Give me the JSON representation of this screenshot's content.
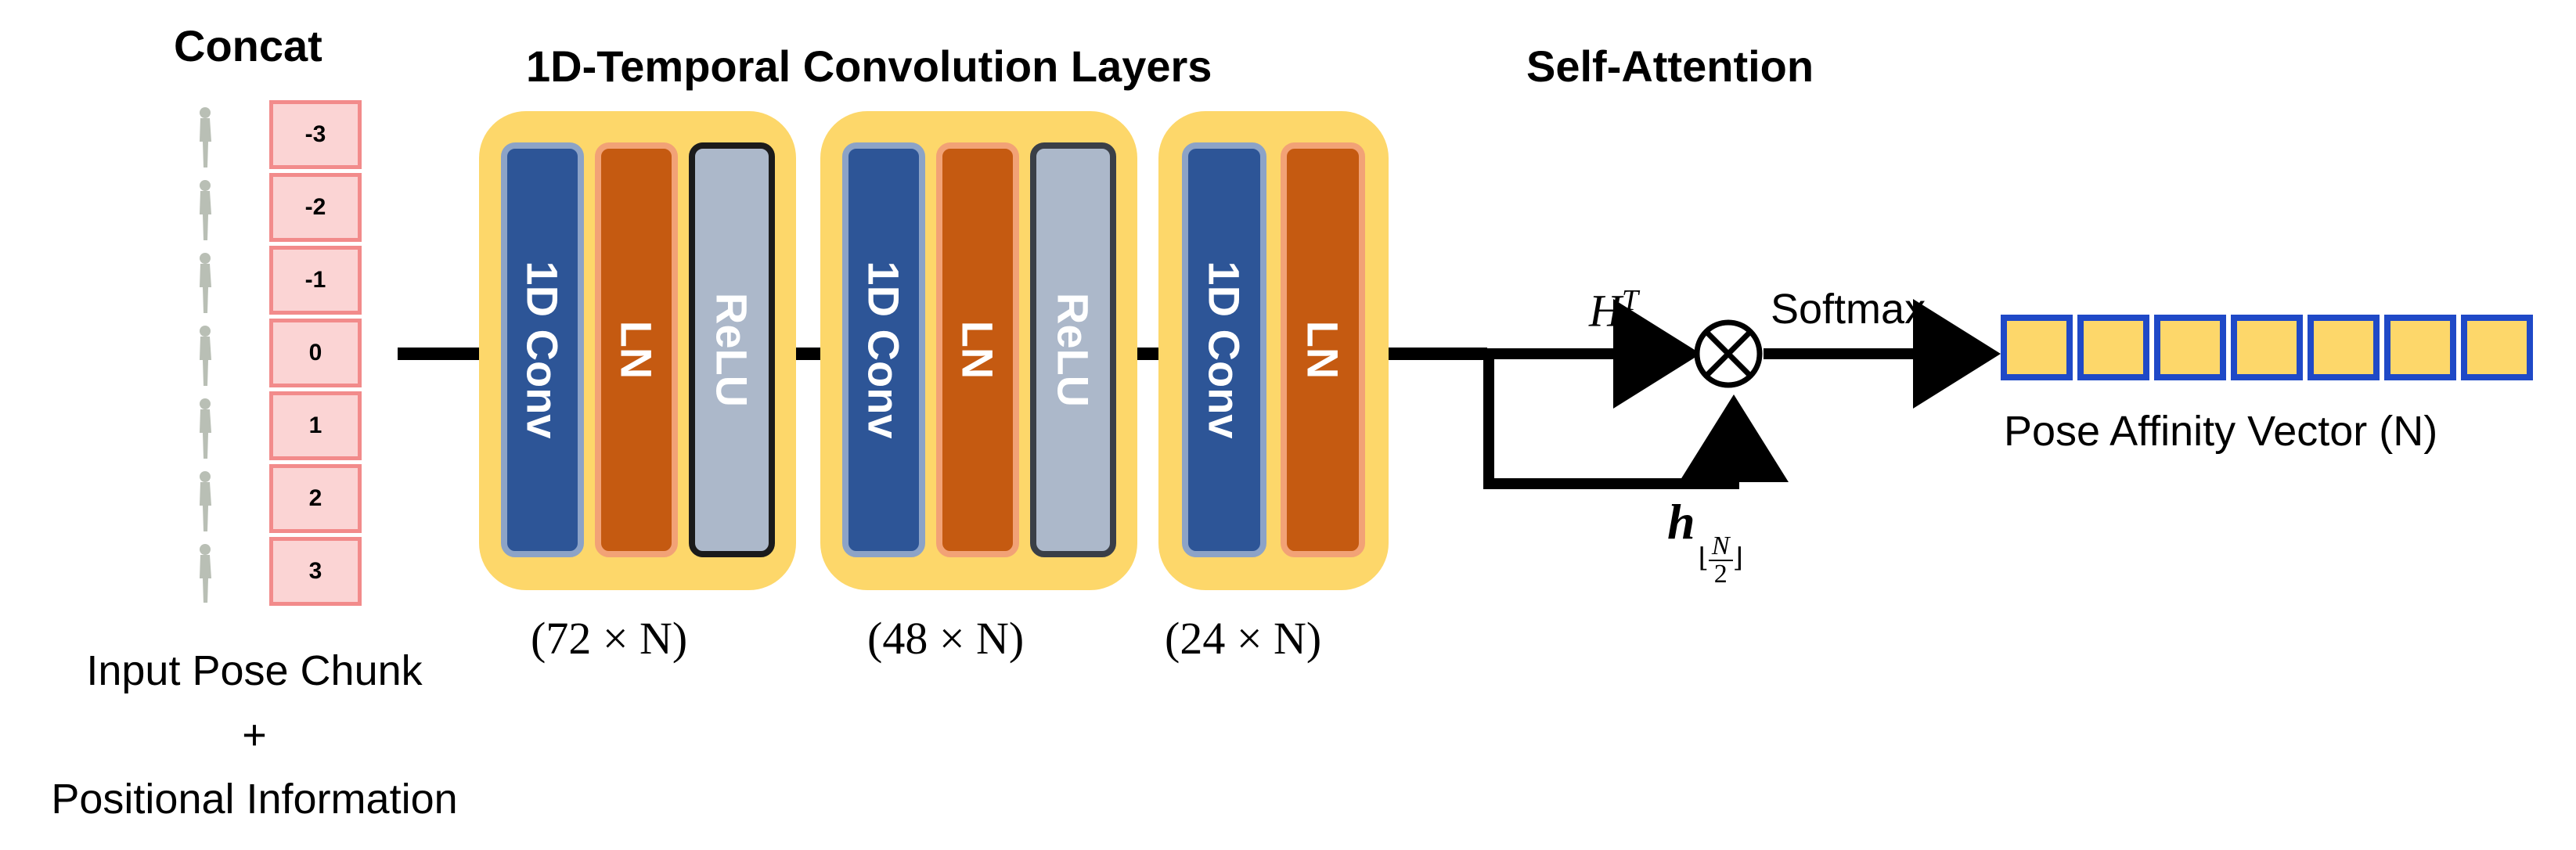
{
  "titles": {
    "concat": "Concat",
    "conv_layers": "1D-Temporal Convolution Layers",
    "self_attention": "Self-Attention"
  },
  "input_chunk": {
    "positions": [
      "-3",
      "-2",
      "-1",
      "0",
      "1",
      "2",
      "3"
    ],
    "caption_line1": "Input Pose Chunk",
    "caption_line2": "+",
    "caption_line3": "Positional Information"
  },
  "conv_blocks": [
    {
      "layers": [
        "1D Conv",
        "LN",
        "ReLU"
      ],
      "dims": "(72 × N)"
    },
    {
      "layers": [
        "1D Conv",
        "LN",
        "ReLU"
      ],
      "dims": "(48 × N)"
    },
    {
      "layers": [
        "1D Conv",
        "LN"
      ],
      "dims": "(24 × N)"
    }
  ],
  "attention": {
    "transpose_label_base": "H",
    "transpose_label_sup": "T",
    "operator": "⊗",
    "softmax_label": "Softmax",
    "h_label": "h",
    "h_sub_num": "N",
    "h_sub_den": "2"
  },
  "output": {
    "cell_count": 7,
    "caption": "Pose Affinity Vector (N)"
  },
  "colors": {
    "conv": "#2d5597",
    "ln": "#c55a11",
    "relu": "#acb8ca",
    "group_bg": "#fdd76a",
    "attention_bg": "#dce9f5",
    "vector_border": "#1f49c7",
    "chunk_bg": "#fbd4d4"
  },
  "icons": [
    "person-silhouette-icon",
    "multiply-circle-icon",
    "arrow-icon"
  ]
}
